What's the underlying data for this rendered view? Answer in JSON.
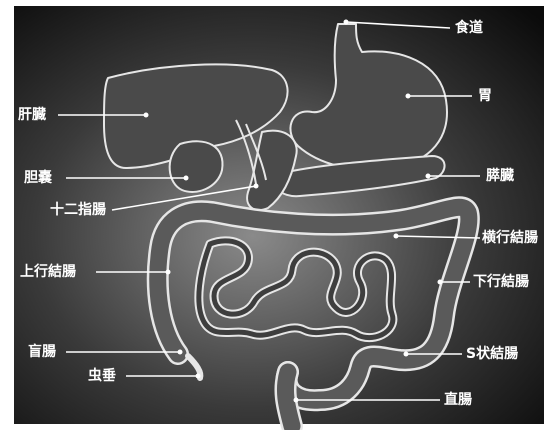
{
  "diagram": {
    "labels": {
      "esophagus": "食道",
      "stomach": "胃",
      "liver": "肝臓",
      "gallbladder": "胆嚢",
      "pancreas": "膵臓",
      "duodenum": "十二指腸",
      "transverse_colon": "横行結腸",
      "ascending_colon": "上行結腸",
      "descending_colon": "下行結腸",
      "cecum": "盲腸",
      "appendix": "虫垂",
      "sigmoid_colon": "S状結腸",
      "rectum": "直腸"
    },
    "colors": {
      "background_dark": "#0b0b0b",
      "background_light": "#9a9a9a",
      "organ_fill": "#4a4a4a",
      "outline": "#e6e6e6",
      "text": "#ffffff"
    }
  }
}
